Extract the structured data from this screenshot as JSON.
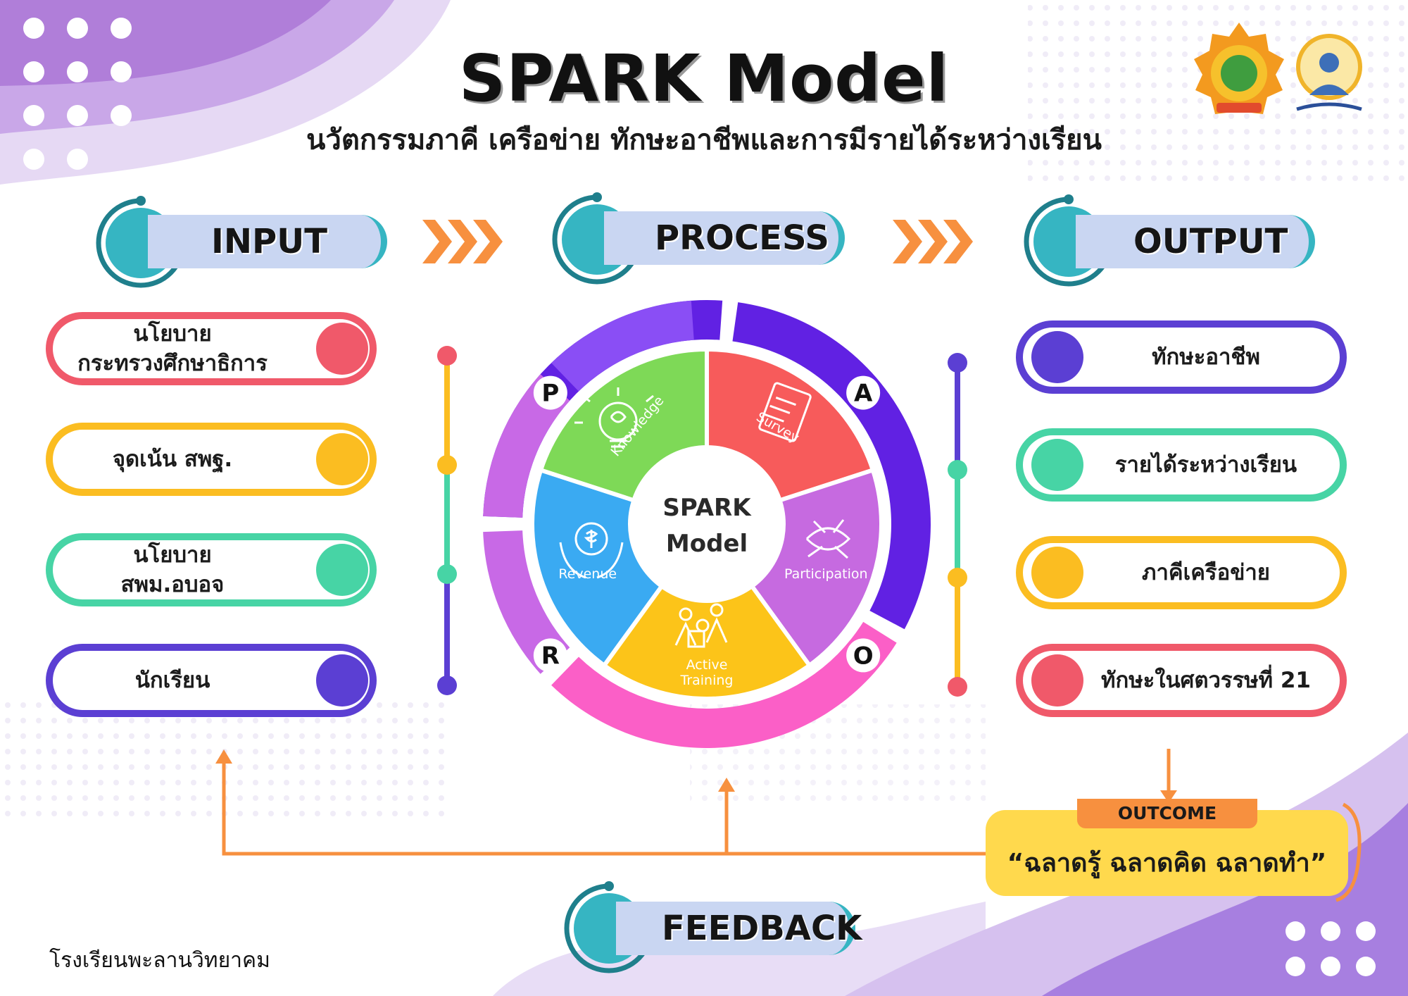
{
  "title": "SPARK Model",
  "subtitle": "นวัตกรรมภาคี เครือข่าย ทักษะอาชีพและการมีรายได้ระหว่างเรียน",
  "headers": {
    "input": "INPUT",
    "process": "PROCESS",
    "output": "OUTPUT",
    "feedback": "FEEDBACK"
  },
  "input_items": [
    {
      "line1": "นโยบาย",
      "line2": "กระทรวงศึกษาธิการ",
      "color": "#f0596a"
    },
    {
      "line1": "จุดเน้น สพฐ.",
      "line2": "",
      "color": "#fbbd21"
    },
    {
      "line1": "นโยบาย",
      "line2": "สพม.อบอจ",
      "color": "#47d4a5"
    },
    {
      "line1": "นักเรียน",
      "line2": "",
      "color": "#5b3fd3"
    }
  ],
  "output_items": [
    {
      "label": "ทักษะอาชีพ",
      "color": "#5b3fd3"
    },
    {
      "label": "รายได้ระหว่างเรียน",
      "color": "#47d4a5"
    },
    {
      "label": "ภาคีเครือข่าย",
      "color": "#fbbd21"
    },
    {
      "label": "ทักษะในศตวรรษที่ 21",
      "color": "#f0596a"
    }
  ],
  "wheel": {
    "center_line1": "SPARK",
    "center_line2": "Model",
    "segments": [
      {
        "label": "Survey",
        "icon": "clipboard-icon",
        "color": "#f75b5b"
      },
      {
        "label": "Participation",
        "icon": "hands-together-icon",
        "color": "#c66ae0"
      },
      {
        "label": "Active Training",
        "icon": "puzzle-team-icon",
        "color": "#fcc419"
      },
      {
        "label": "Revenue",
        "icon": "coin-hands-icon",
        "color": "#3aaaf2"
      },
      {
        "label": "Knowledge",
        "icon": "lightbulb-icon",
        "color": "#7ed957"
      }
    ],
    "ring_letters": [
      "P",
      "A",
      "O",
      "R"
    ],
    "ring_colors": [
      "#8a4ef5",
      "#6121e3",
      "#fb5fc7",
      "#c869e6"
    ]
  },
  "outcome": {
    "tab": "OUTCOME",
    "quote": "“ฉลาดรู้ ฉลาดคิด ฉลาดทำ”"
  },
  "footer": "โรงเรียนพะลานวิทยาคม",
  "colors": {
    "accent_teal": "#36b5c2",
    "header_fill": "#c9d6f2",
    "arrow_orange": "#f7903f",
    "outcome_yellow": "#ffd94d"
  }
}
